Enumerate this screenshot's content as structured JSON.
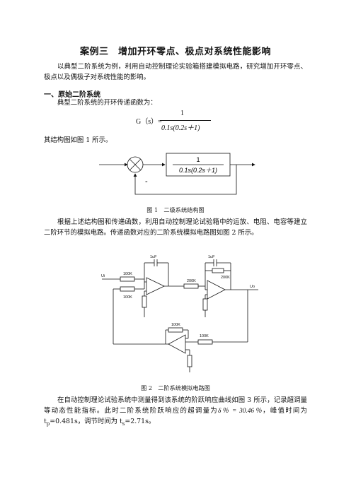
{
  "title": "案例三　增加开环零点、极点对系统性能影响",
  "intro": "以典型二阶系统为例，利用自动控制理论实验箱搭建模拟电路，研究增加开环零点、极点以及偶极子对系统性能的影响。",
  "section1": "一、原始二阶系统",
  "tf_intro": "典型二阶系统的开环传递函数为：",
  "formula": {
    "lhs": "G（s）=",
    "numerator": "1",
    "denominator": "0.1s(0.2s＋1)"
  },
  "struct_intro": "其结构图如图 1 所示。",
  "fig1": {
    "block_num": "1",
    "block_den": "0.1s(0.2s＋1)",
    "minus": "-",
    "caption": "图 1　二级系统结构图"
  },
  "para2": "根据上述结构图和传递函数，利用自动控制理论试验箱中的运放、电阻、电容等建立二阶环节的模拟电路。传递函数对应的二阶系统模拟电路图如图 2 所示。",
  "fig2": {
    "cap1": "1uF",
    "cap2": "1uF",
    "r_in1": "100K",
    "r_in2": "100K",
    "r_mid": "200K",
    "r_fb2": "200K",
    "r_inv_fb": "100K",
    "r_inv_in": "100K",
    "ui": "Ui",
    "uo": "Uo",
    "caption": "图 2　二阶系统模拟电路图"
  },
  "para3_a": "在自动控制理论试验系统中测量得到该系统的阶跃响应曲线如图 3 所示，记录超调量等动态性能指标。此时二阶系统阶跃响应的超调量为",
  "overshoot": "δ％ = 30.46％",
  "para3_b": "，峰值时间为 t",
  "tp_sub": "p",
  "tp_val": "=0.481s，调节时间为 t",
  "ts_sub": "s",
  "ts_val": "=2.71s。"
}
